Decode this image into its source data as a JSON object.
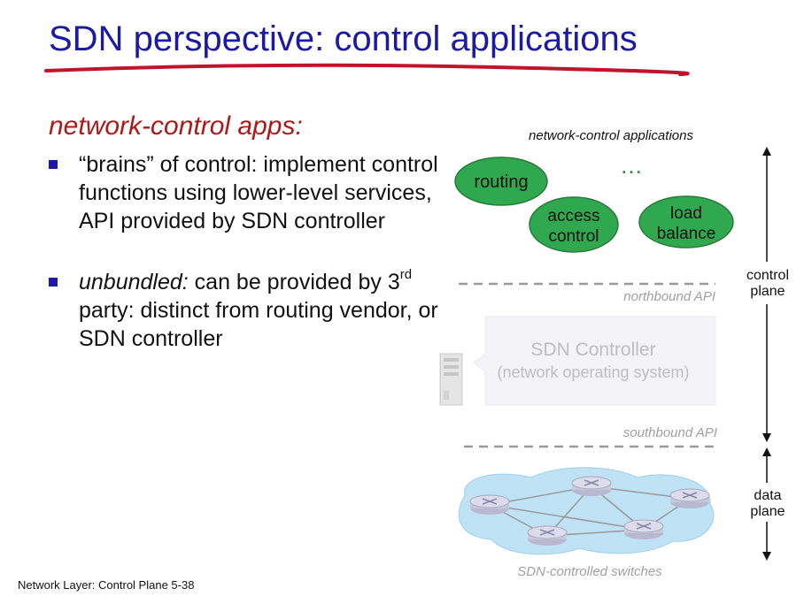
{
  "slide": {
    "title": "SDN perspective: control applications",
    "subheading": "network-control apps:",
    "bullets": [
      {
        "text": "“brains” of control: implement control functions using lower-level services, API provided by SDN controller"
      },
      {
        "italic_prefix": "unbundled:",
        "text_before_sup": " can be provided by 3",
        "sup": "rd",
        "text_after_sup": " party: distinct from routing vendor, or SDN controller"
      }
    ],
    "footer": "Network Layer: Control Plane  5-38"
  },
  "diagram": {
    "apps_header": "network-control applications",
    "apps": [
      "routing",
      "access control",
      "load balance"
    ],
    "ellipsis": "…",
    "northbound_label": "northbound API",
    "controller_title": "SDN Controller",
    "controller_subtitle": "(network operating system)",
    "southbound_label": "southbound API",
    "switches_label": "SDN-controlled switches",
    "control_plane_label": "control plane",
    "data_plane_label": "data plane",
    "colors": {
      "app_fill": "#2fa84f",
      "app_stroke": "#2a7a3a",
      "title_blue": "#1a1aa6",
      "accent_red": "#b01818",
      "faded_text": "#a0a0a0",
      "cloud": "#bfe3f5"
    },
    "icons": [
      "server-icon",
      "router-icon",
      "arrow-icon"
    ]
  }
}
